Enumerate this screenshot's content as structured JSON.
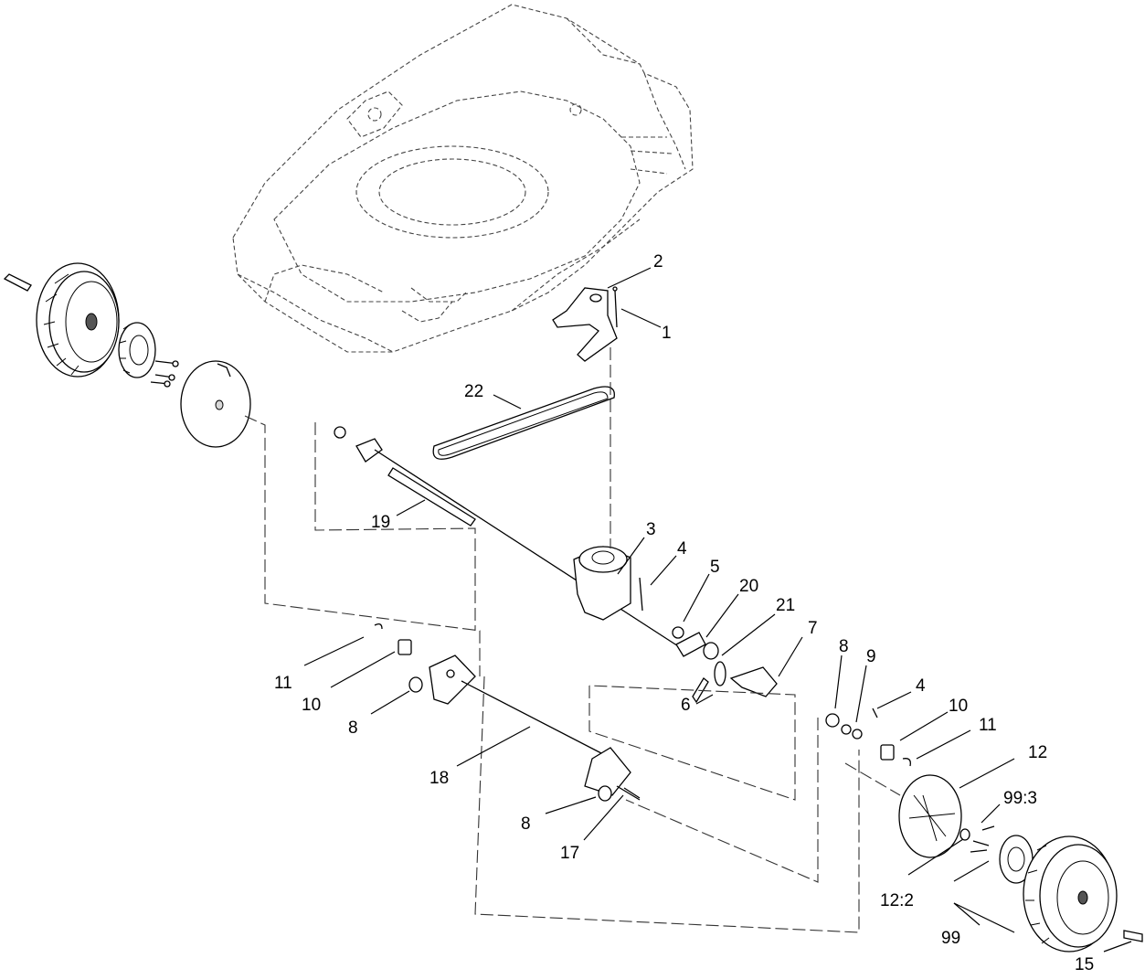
{
  "callouts": {
    "c1": "1",
    "c2": "2",
    "c3": "3",
    "c4a": "4",
    "c4b": "4",
    "c5": "5",
    "c6": "6",
    "c7": "7",
    "c8a": "8",
    "c8b": "8",
    "c8c": "8",
    "c9": "9",
    "c10a": "10",
    "c10b": "10",
    "c11a": "11",
    "c11b": "11",
    "c12": "12",
    "c12_2": "12:2",
    "c15": "15",
    "c17": "17",
    "c18": "18",
    "c19": "19",
    "c20": "20",
    "c21": "21",
    "c22": "22",
    "c99": "99",
    "c99_3": "99:3"
  }
}
